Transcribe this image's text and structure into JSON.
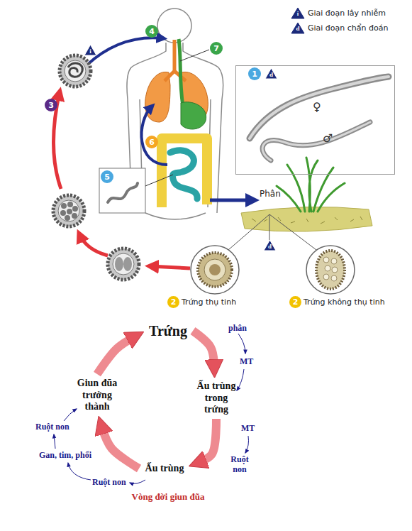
{
  "diagram": {
    "caption": "Vòng đời giun đũa",
    "nodes": [
      {
        "text": [
          "i"
        ]
      },
      {
        "text": [
          "4"
        ]
      },
      {
        "text": [
          "7"
        ]
      },
      {
        "text": [
          "♀",
          "♂"
        ]
      },
      {
        "text": [
          "1"
        ],
        "in": 3
      },
      {
        "text": [
          "d"
        ],
        "in": 3
      },
      {
        "text": [
          "3"
        ]
      },
      {
        "text": [
          "6"
        ]
      },
      {
        "text": [
          "5"
        ]
      },
      {
        "text": [
          "d"
        ]
      },
      {
        "text": [
          "2"
        ]
      },
      {
        "text": [
          "2"
        ]
      },
      {
        "text": [
          "Trứng"
        ]
      },
      {
        "text": [
          "Ấu trùng trong trứng"
        ]
      },
      {
        "text": [
          "Ấu trùng"
        ]
      },
      {
        "text": [
          "Giun đũa trưởng thành"
        ]
      }
    ],
    "edges": [
      {
        "from": 12,
        "to": 13,
        "arrow": "to"
      },
      {
        "from": 13,
        "to": 14,
        "arrow": "to"
      },
      {
        "from": 14,
        "to": 15,
        "arrow": "to"
      },
      {
        "from": 15,
        "to": 12,
        "arrow": "to"
      }
    ],
    "labels": [
      "i",
      "d",
      "Phân",
      "Trứng thụ tinh",
      "Trứng không thụ tinh",
      "phân",
      "MT",
      "MT",
      "Ruột non",
      "Ruột non",
      "Gan, tim, phổi",
      "Ruột non"
    ],
    "legend": [
      {
        "text": "Giai đoạn lây nhiễm"
      },
      {
        "text": "Giai đoạn chẩn đoán"
      }
    ]
  }
}
